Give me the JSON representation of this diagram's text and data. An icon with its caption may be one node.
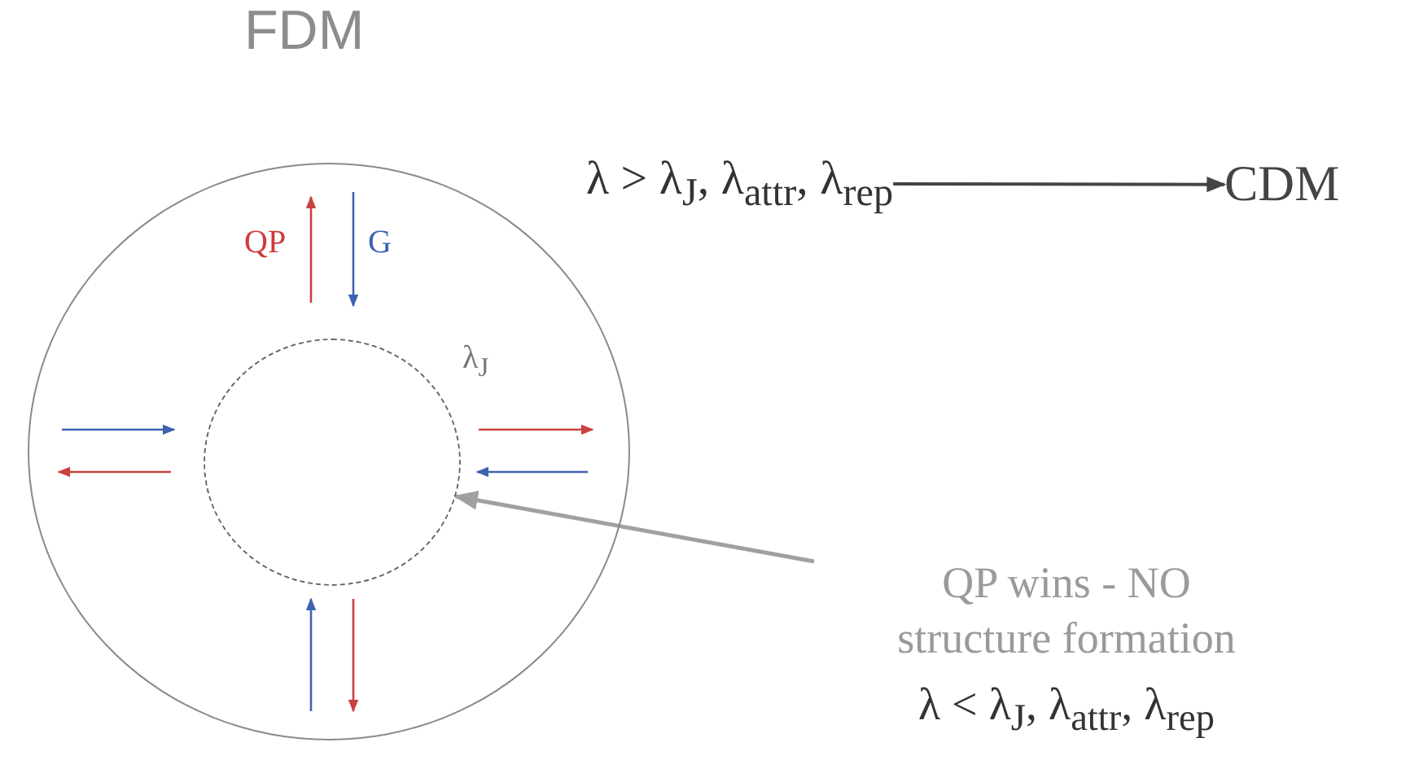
{
  "diagram": {
    "title": "FDM",
    "nodes": [
      {
        "text": [],
        "shape": "circle"
      },
      {
        "text": [],
        "shape": "circle",
        "in": 0,
        "beside": [
          "λ$_{J}$"
        ]
      },
      {
        "text": [
          "λ > λ$_{J}$, λ$_{attr}$, λ$_{rep}$"
        ]
      },
      {
        "text": [
          "CDM"
        ]
      },
      {
        "text": [
          "QP wins - NO structure formation",
          "λ < λ$_{J}$, λ$_{attr}$, λ$_{rep}$"
        ]
      }
    ],
    "edges": [
      {
        "from": 2,
        "to": 3,
        "arrow": "to"
      },
      {
        "from": 4,
        "to": 1,
        "arrow": "to",
        "color": "#a0a0a0"
      }
    ],
    "labels": [
      "QP",
      "G"
    ]
  }
}
